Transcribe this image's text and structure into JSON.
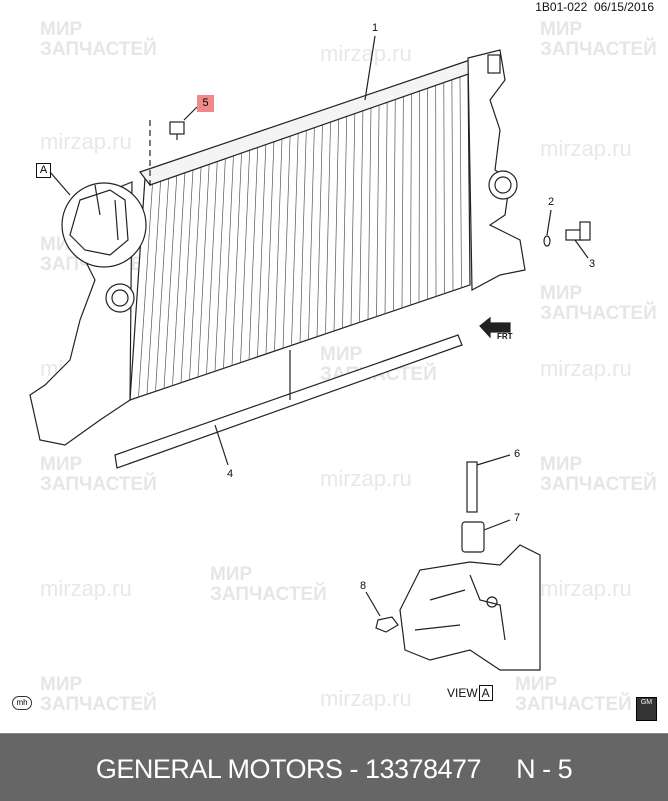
{
  "header": {
    "code": "1B01-022",
    "date": "06/15/2016"
  },
  "watermark": {
    "line1": "МИР",
    "line2": "ЗАПЧАСТЕЙ",
    "url": "mirzap.ru"
  },
  "callouts": {
    "c1": "1",
    "c2": "2",
    "c3": "3",
    "c4": "4",
    "c5": "5",
    "c6": "6",
    "c7": "7",
    "c8": "8",
    "viewA": "A"
  },
  "view_label": {
    "prefix": "VIEW",
    "letter": "A"
  },
  "direction_arrow": "FRT",
  "logos": {
    "left": "mh",
    "right": "GM"
  },
  "highlight_color": "#f08a8a",
  "footer": {
    "brand": "GENERAL MOTORS",
    "part_number": "13378477",
    "position": "N - 5",
    "text": "GENERAL MOTORS - 13378477     N - 5"
  }
}
